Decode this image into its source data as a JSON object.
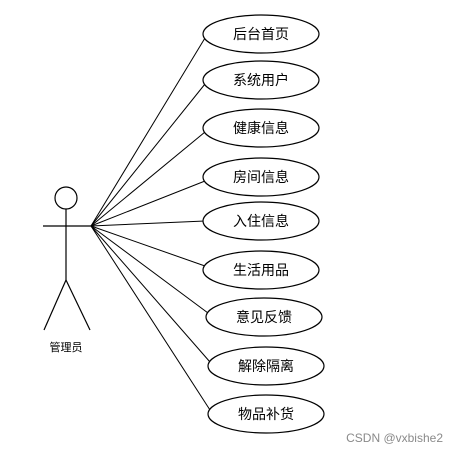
{
  "actor": {
    "label": "管理员"
  },
  "use_cases": [
    {
      "label": "后台首页"
    },
    {
      "label": "系统用户"
    },
    {
      "label": "健康信息"
    },
    {
      "label": "房间信息"
    },
    {
      "label": "入住信息"
    },
    {
      "label": "生活用品"
    },
    {
      "label": "意见反馈"
    },
    {
      "label": "解除隔离"
    },
    {
      "label": "物品补货"
    }
  ],
  "watermark": "CSDN @vxbishe2"
}
